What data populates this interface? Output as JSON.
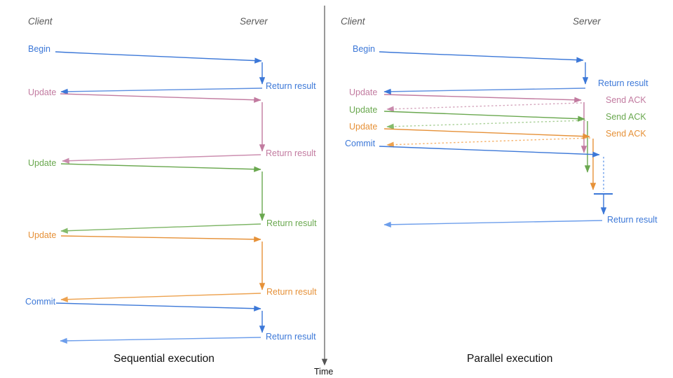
{
  "palette": {
    "blue": "#3c78d8",
    "pink": "#c27ba0",
    "green": "#6aa84f",
    "orange": "#e69138",
    "blue_light": "#6d9eeb",
    "pink_light": "#d5a6bd",
    "green_light": "#a8cf96",
    "orange_light": "#f6b26b",
    "axis": "#555555",
    "header_text": "#595959",
    "caption_text": "#111111"
  },
  "time_axis": {
    "label": "Time"
  },
  "sequential": {
    "title": "Sequential execution",
    "client_header": "Client",
    "server_header": "Server",
    "messages": [
      {
        "label": "Begin",
        "color": "blue",
        "response": "Return result"
      },
      {
        "label": "Update",
        "color": "pink",
        "response": "Return result"
      },
      {
        "label": "Update",
        "color": "green",
        "response": "Return result"
      },
      {
        "label": "Update",
        "color": "orange",
        "response": "Return result"
      },
      {
        "label": "Commit",
        "color": "blue",
        "response": "Return result"
      }
    ]
  },
  "parallel": {
    "title": "Parallel execution",
    "client_header": "Client",
    "server_header": "Server",
    "messages": [
      {
        "label": "Begin",
        "color": "blue",
        "response": "Return result"
      },
      {
        "label": "Update",
        "color": "pink",
        "response": "Send ACK"
      },
      {
        "label": "Update",
        "color": "green",
        "response": "Send ACK"
      },
      {
        "label": "Update",
        "color": "orange",
        "response": "Send ACK"
      },
      {
        "label": "Commit",
        "color": "blue",
        "response": "Return result"
      }
    ]
  }
}
